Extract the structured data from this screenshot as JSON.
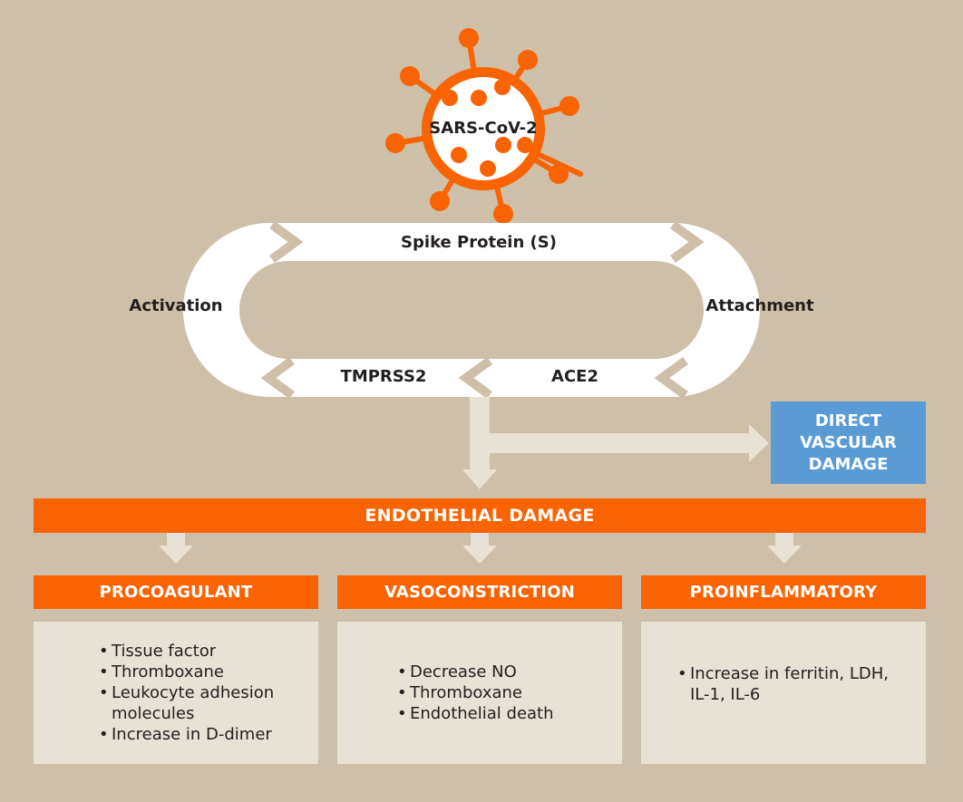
{
  "virus": {
    "label": "SARS-CoV-2"
  },
  "cycle": {
    "top": "Spike Protein (S)",
    "left": "Activation",
    "right": "Attachment",
    "bottom_left": "TMPRSS2",
    "bottom_right": "ACE2"
  },
  "direct_vascular": {
    "line1": "DIRECT",
    "line2": "VASCULAR",
    "line3": "DAMAGE"
  },
  "endothelial": {
    "label": "ENDOTHELIAL DAMAGE"
  },
  "categories": [
    {
      "title": "PROCOAGULANT",
      "items": [
        "Tissue factor",
        "Thromboxane",
        "Leukocyte adhesion molecules",
        "Increase in D-dimer"
      ]
    },
    {
      "title": "VASOCONSTRICTION",
      "items": [
        "Decrease NO",
        "Thromboxane",
        "Endothelial death"
      ]
    },
    {
      "title": "PROINFLAMMATORY",
      "items": [
        "Increase in ferritin, LDH, IL-1, IL-6"
      ]
    }
  ],
  "colors": {
    "background": "#cdbfa8",
    "accent_orange": "#f96302",
    "accent_blue": "#5b9bd5",
    "panel": "#e8e1d6",
    "arrow": "#e8e1d6"
  },
  "icons": {
    "virus": "virus-icon",
    "arrow": "arrow-down-icon"
  }
}
